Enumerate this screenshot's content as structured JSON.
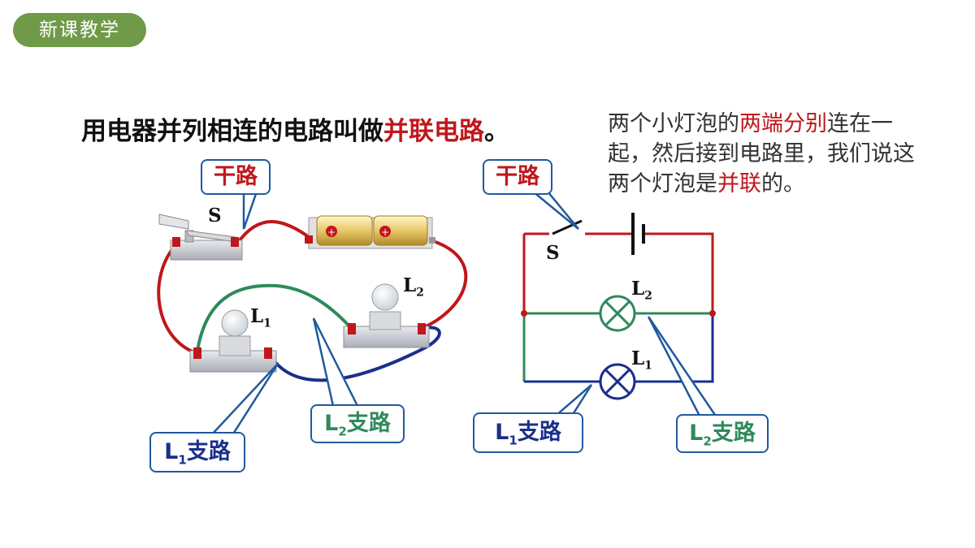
{
  "section_tag": "新课教学",
  "headline": {
    "part1": "用电器并列相连的电路叫做",
    "highlight": "并联电路",
    "end": "。"
  },
  "description": {
    "part1": "两个小灯泡的",
    "hl1": "两端分别",
    "part2": "连在一起，然后接到电路里，我们说这两个灯泡是",
    "hl2": "并联",
    "part3": "的。"
  },
  "left_diagram": {
    "main_label": "干路",
    "switch_label": "S",
    "bulb1_label": {
      "main": "L",
      "sub": "1"
    },
    "bulb2_label": {
      "main": "L",
      "sub": "2"
    },
    "branch1_callout": {
      "main": "L",
      "sub": "1",
      "text": "支路"
    },
    "branch2_callout": {
      "main": "L",
      "sub": "2",
      "text": "支路"
    }
  },
  "right_diagram": {
    "main_label": "干路",
    "switch_label": "S",
    "bulb1_label": {
      "main": "L",
      "sub": "1"
    },
    "bulb2_label": {
      "main": "L",
      "sub": "2"
    },
    "branch1_callout": {
      "main": "L",
      "sub": "1",
      "text": "支路"
    },
    "branch2_callout": {
      "main": "L",
      "sub": "2",
      "text": "支路"
    }
  },
  "colors": {
    "main_circuit": "#c0171b",
    "branch1": "#1a2f8c",
    "branch2": "#2e8a5a",
    "callout_border": "#1f5a9e",
    "tag_bg": "#6f9a48"
  }
}
